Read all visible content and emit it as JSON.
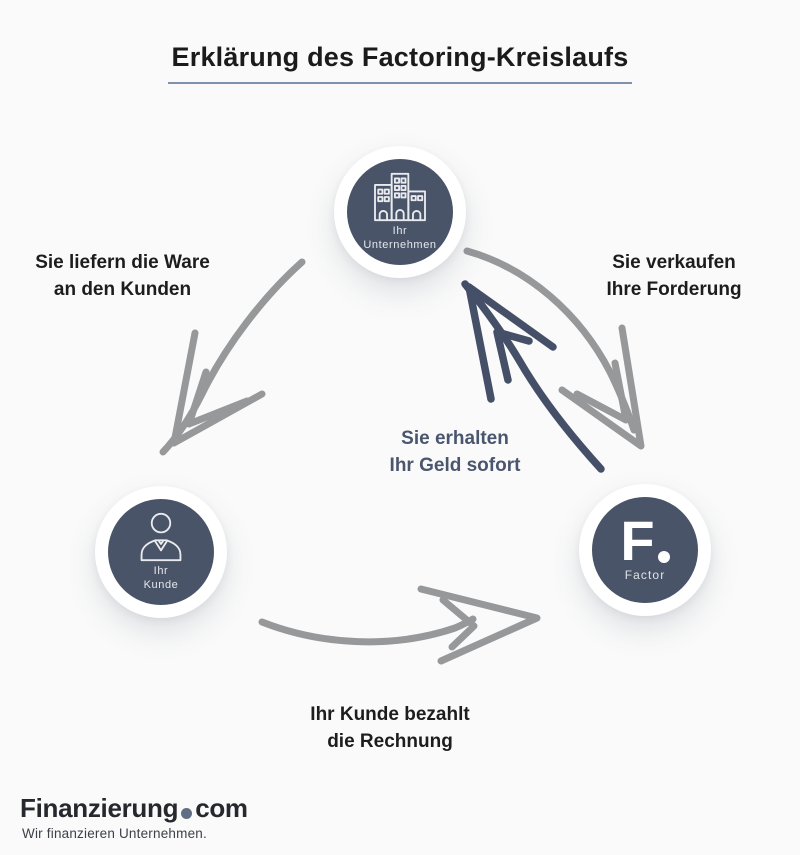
{
  "title": {
    "text": "Erklärung des Factoring-Kreislaufs"
  },
  "nodes": {
    "company": {
      "label_line1": "Ihr",
      "label_line2": "Unternehmen",
      "icon": "buildings-icon"
    },
    "customer": {
      "label_line1": "Ihr",
      "label_line2": "Kunde",
      "icon": "person-icon"
    },
    "factor": {
      "label": "Factor",
      "monogram": "F",
      "icon": "f-dot-monogram"
    }
  },
  "arrows": {
    "deliver": {
      "line1": "Sie liefern die Ware",
      "line2": "an den Kunden",
      "color": "#97989a",
      "from": "company",
      "to": "customer"
    },
    "sell": {
      "line1": "Sie verkaufen",
      "line2": "Ihre Forderung",
      "color": "#97989a",
      "from": "company",
      "to": "factor"
    },
    "money": {
      "line1": "Sie erhalten",
      "line2": "Ihr Geld sofort",
      "color": "#454f68",
      "from": "factor",
      "to": "company"
    },
    "pay": {
      "line1": "Ihr Kunde bezahlt",
      "line2": "die Rechnung",
      "color": "#97989a",
      "from": "customer",
      "to": "factor"
    }
  },
  "footer": {
    "brand_part1": "Finanzierung",
    "brand_part2": "com",
    "tagline": "Wir finanzieren Unternehmen."
  },
  "colors": {
    "background": "#fafafa",
    "node_fill": "#4a5468",
    "title_underline": "#7e93a9",
    "arrow_gray": "#97989a",
    "arrow_dark": "#454f68",
    "accent_slate": "#4a566e",
    "text_dark": "#1d1d1d",
    "logo_dot": "#5f6e82"
  }
}
